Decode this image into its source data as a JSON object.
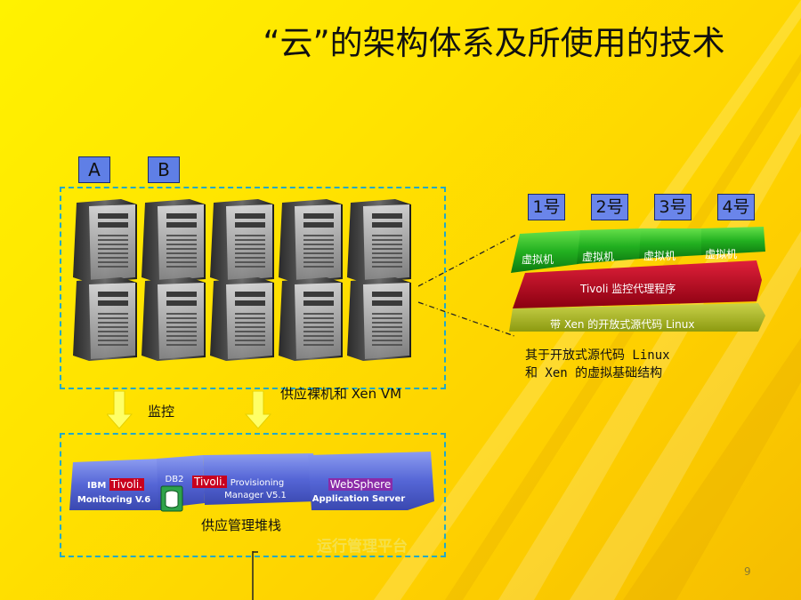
{
  "title": "“云”的架构体系及所使用的技术",
  "tags": {
    "a": "A",
    "b": "B"
  },
  "vm_numbers": [
    "1号",
    "2号",
    "3号",
    "4号"
  ],
  "vm_labels": [
    "虚拟机",
    "虚拟机",
    "虚拟机",
    "虚拟机"
  ],
  "tivoli_agent": "Tivoli 监控代理程序",
  "linux_layer": "带 Xen 的开放式源代码 Linux",
  "infra_caption_line1": "其于开放式源代码 Linux",
  "infra_caption_line2": "和 Xen 的虚拟基础结构",
  "supply_caption": "供应裸机和 Xen VM",
  "monitor_label": "监控",
  "stack": {
    "ibm_prefix": "IBM",
    "tivoli1": "Tivoli.",
    "monitoring": "Monitoring V.6",
    "db2": "DB2",
    "tivoli2": "Tivoli.",
    "provisioning": "Provisioning",
    "manager": "Manager V5.1",
    "websphere": "WebSphere",
    "app_server": "Application Server"
  },
  "stack_caption": "供应管理堆栈",
  "platform_label": "运行管理平台",
  "page_number": "9"
}
